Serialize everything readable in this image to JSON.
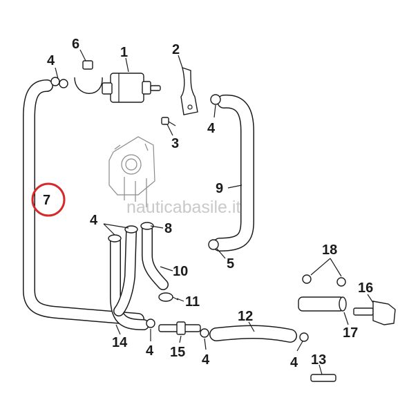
{
  "diagram": {
    "watermark": "nauticabasile.it",
    "highlight_color": "#d42a2a",
    "callouts": {
      "clamp_top_left": "4",
      "hose_clamp": "6",
      "fuel_filter": "1",
      "bracket": "2",
      "clamp_mid_right": "4",
      "screw": "3",
      "hose_long_left": "7",
      "hose_right": "9",
      "clamps_pump": "4",
      "clamp_pump_right": "8",
      "clamp_hose9_bottom": "5",
      "hose_short": "10",
      "clamp_small": "11",
      "clamps_right": "18",
      "connector": "16",
      "hose_bottom": "12",
      "hose_bottom_left": "14",
      "clamp_bottom_a": "4",
      "tee_fitting": "15",
      "clamp_bottom_b": "4",
      "clamp_bottom_c": "4",
      "sleeve": "17",
      "nipple": "13"
    }
  }
}
